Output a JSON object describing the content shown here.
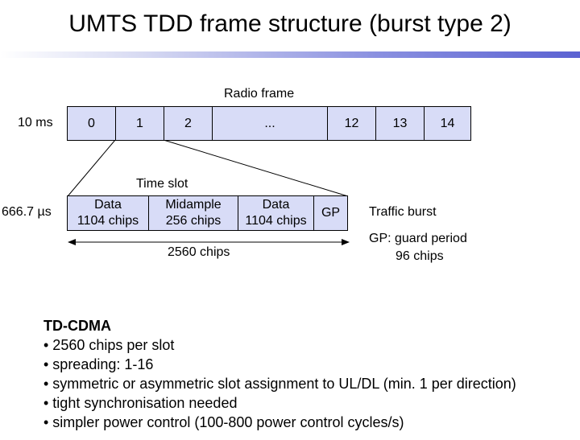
{
  "title": "UMTS TDD frame structure (burst type 2)",
  "radio_frame": {
    "label": "Radio frame",
    "duration": "10 ms",
    "slots": [
      "0",
      "1",
      "2",
      "...",
      "12",
      "13",
      "14"
    ]
  },
  "time_slot": {
    "label": "Time slot",
    "duration": "666.7 µs",
    "segments": [
      {
        "name": "Data",
        "chips": "1104 chips"
      },
      {
        "name": "Midample",
        "chips": "256 chips"
      },
      {
        "name": "Data",
        "chips": "1104 chips"
      },
      {
        "name": "GP",
        "chips": ""
      }
    ],
    "total": "2560 chips"
  },
  "traffic_burst": "Traffic burst",
  "guard_period": {
    "line1": "GP: guard period",
    "line2": "96 chips"
  },
  "tdcdma": {
    "heading": "TD-CDMA",
    "bullets": [
      "• 2560 chips per slot",
      "• spreading: 1-16",
      "• symmetric or asymmetric slot assignment to UL/DL (min. 1 per direction)",
      "• tight synchronisation needed",
      "• simpler power control (100-800 power control cycles/s)"
    ]
  },
  "colors": {
    "box_fill": "#d8dcf7",
    "accent_bar": "#5b62d2"
  }
}
